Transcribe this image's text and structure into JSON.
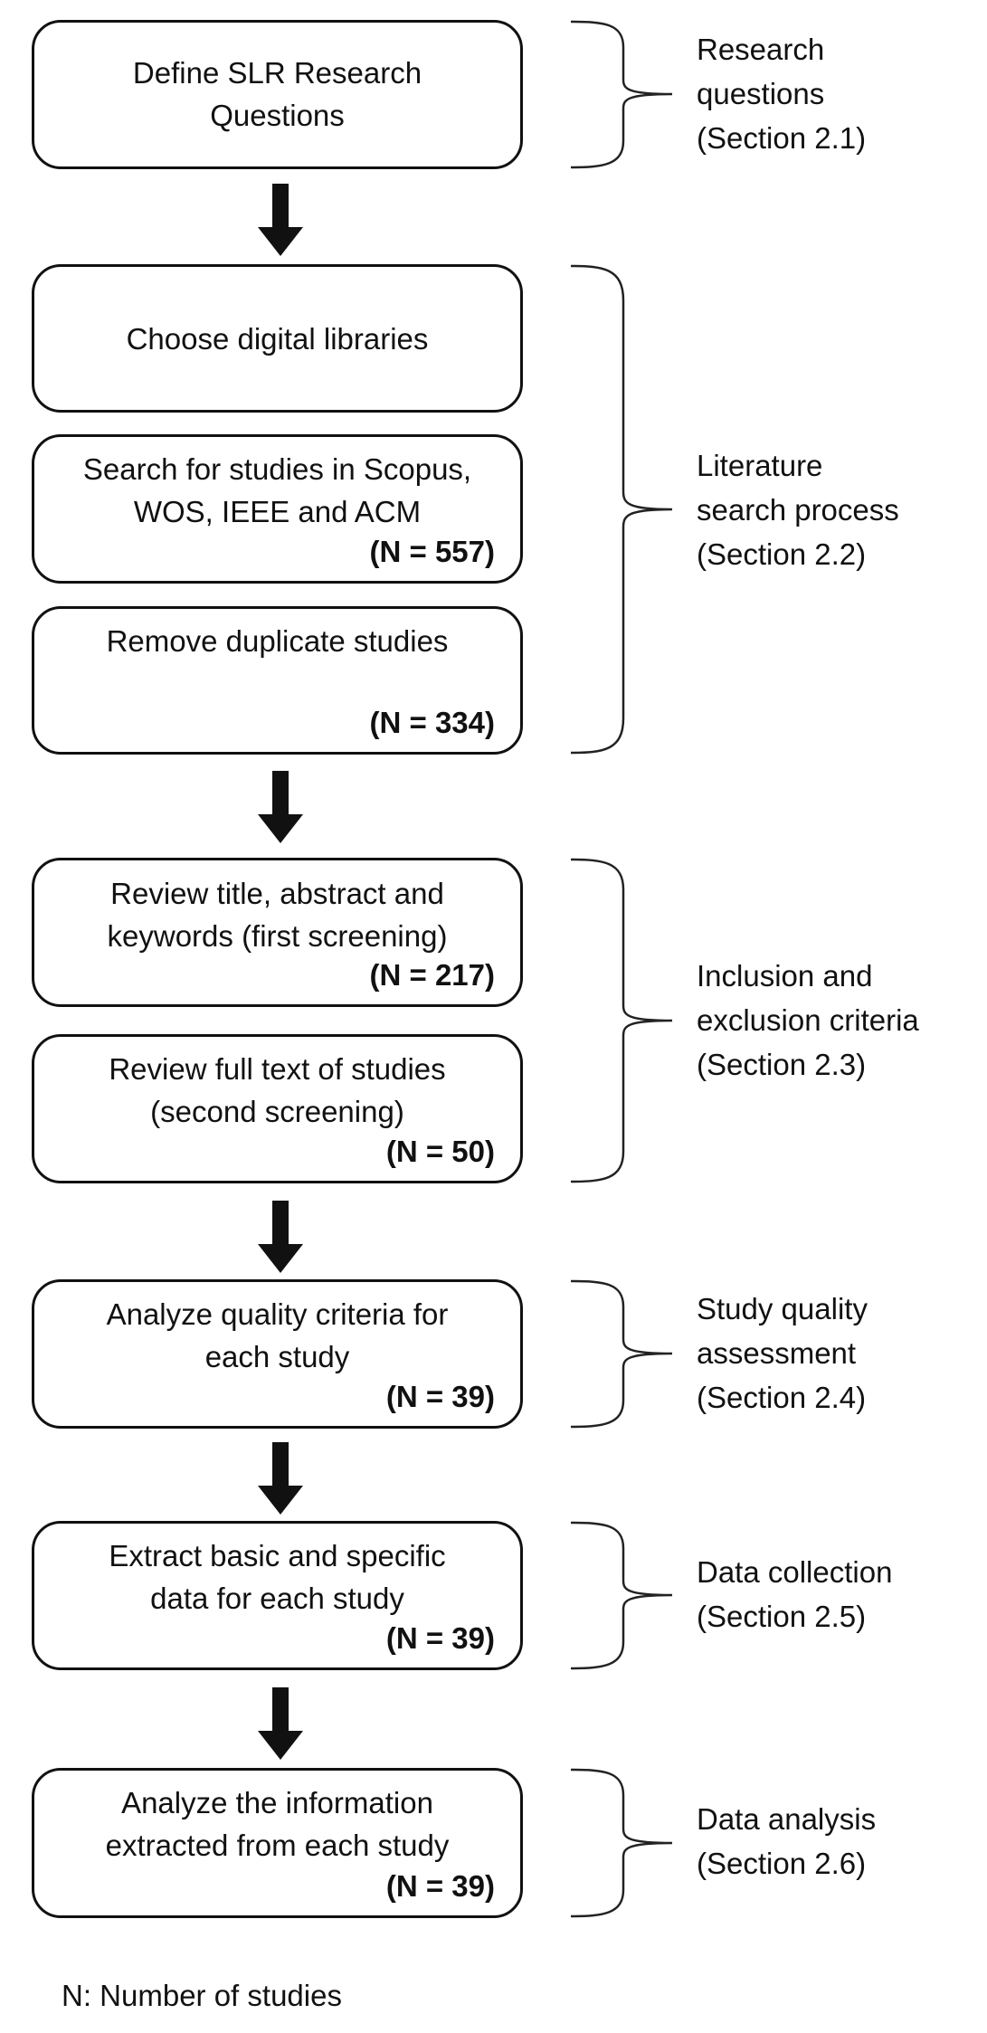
{
  "boxes": [
    {
      "lines": [
        "Define SLR Research",
        "Questions"
      ],
      "count": ""
    },
    {
      "lines": [
        "Choose digital libraries"
      ],
      "count": ""
    },
    {
      "lines": [
        "Search for studies in Scopus,",
        "WOS, IEEE and ACM"
      ],
      "count": "(N = 557)"
    },
    {
      "lines": [
        "Remove duplicate studies"
      ],
      "count": "(N = 334)"
    },
    {
      "lines": [
        "Review title, abstract and",
        "keywords (first screening)"
      ],
      "count": "(N = 217)"
    },
    {
      "lines": [
        "Review full text of studies",
        "(second screening)"
      ],
      "count": "(N = 50)"
    },
    {
      "lines": [
        "Analyze quality criteria for",
        "each study"
      ],
      "count": "(N = 39)"
    },
    {
      "lines": [
        "Extract basic and specific",
        "data for each study"
      ],
      "count": "(N = 39)"
    },
    {
      "lines": [
        "Analyze the information",
        "extracted from each study"
      ],
      "count": "(N = 39)"
    }
  ],
  "stages": [
    {
      "lines": [
        "Research",
        "questions",
        "(Section 2.1)"
      ]
    },
    {
      "lines": [
        "Literature",
        "search process",
        "(Section 2.2)"
      ]
    },
    {
      "lines": [
        "Inclusion and",
        "exclusion criteria",
        "(Section 2.3)"
      ]
    },
    {
      "lines": [
        "Study quality",
        "assessment",
        "(Section 2.4)"
      ]
    },
    {
      "lines": [
        "Data collection",
        "(Section 2.5)"
      ]
    },
    {
      "lines": [
        "Data analysis",
        "(Section 2.6)"
      ]
    }
  ],
  "footnote": "N: Number of studies"
}
